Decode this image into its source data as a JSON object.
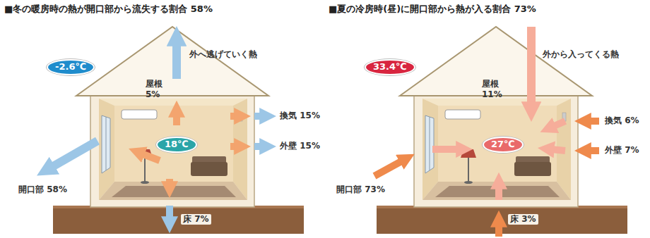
{
  "diagram": {
    "nodes": [
      {
        "text": [
          "-2.6℃"
        ]
      },
      {
        "text": [
          "18℃"
        ]
      },
      {
        "text": [
          "33.4℃"
        ]
      },
      {
        "text": [
          "27℃"
        ]
      }
    ],
    "labels": [
      "■冬の暖房時の熱が開口部から流失する割合 58%",
      "外へ逃げていく熱",
      "屋根 5%",
      "換気 15%",
      "外壁 15%",
      "開口部 58%",
      "床 7%",
      "■夏の冷房時(昼)に開口部から熱が入る割合 73%",
      "外から入ってくる熱",
      "屋根 11%",
      "換気 6%",
      "外壁 7%",
      "開口部 73%",
      "床 3%"
    ]
  }
}
